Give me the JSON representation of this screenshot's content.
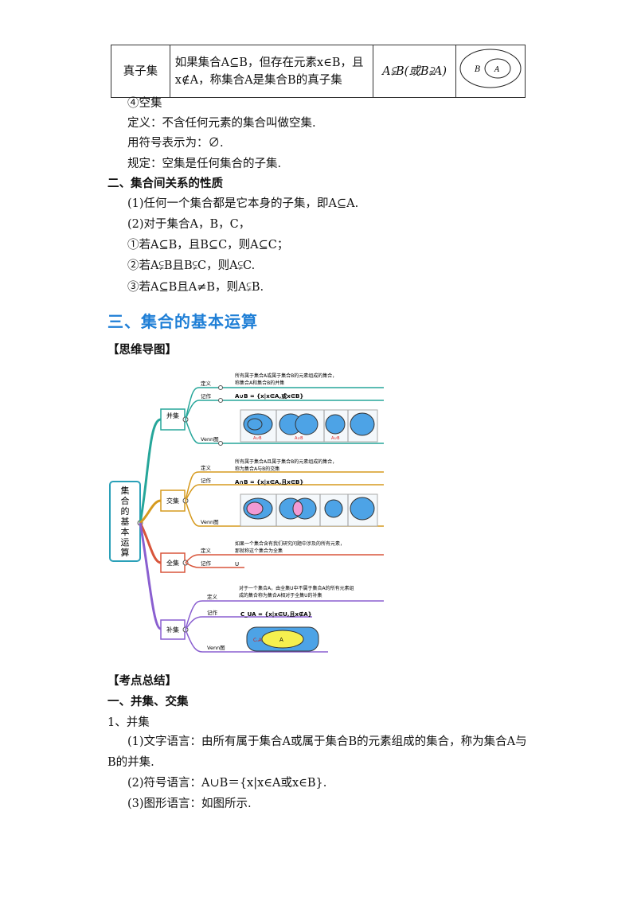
{
  "table": {
    "term": "真子集",
    "def_line1": "如果集合A⊆B，但存在元素x∈B，且",
    "def_line2": "x∉A，称集合A是集合B的真子集",
    "notation": "A⫋B(或B⫌A)",
    "venn_b": "B",
    "venn_a": "A"
  },
  "empty": {
    "heading": "④空集",
    "def": "定义：不含任何元素的集合叫做空集.",
    "symbol": "用符号表示为：∅.",
    "rule": "规定：空集是任何集合的子集."
  },
  "props": {
    "heading": "二、集合间关系的性质",
    "p1": "(1)任何一个集合都是它本身的子集，即A⊆A.",
    "p2": "(2)对于集合A，B，C，",
    "p3": "①若A⊆B，且B⊆C，则A⊆C；",
    "p4": "②若A⫋B且B⫋C，则A⫋C.",
    "p5": "③若A⊆B且A≠B，则A⫋B."
  },
  "section3": {
    "title": "三、集合的基本运算"
  },
  "mindmap": {
    "label": "【思维导图】",
    "root": "集合的基本运算",
    "root_chars": [
      "集",
      "合",
      "的",
      "基",
      "本",
      "运",
      "算"
    ],
    "union": {
      "name": "并集",
      "def_tag": "定义",
      "note_tag": "记作",
      "venn_tag": "Venn图",
      "def1": "所有属于集合A或属于集合B的元素组成的集合，",
      "def2": "称集合A和集合B的并集",
      "formula": "A∪B = {x|x∈A,或x∈B}",
      "cap1": "A∪B",
      "cap2": "A∪B",
      "cap3": "A∪B"
    },
    "inter": {
      "name": "交集",
      "def_tag": "定义",
      "note_tag": "记作",
      "venn_tag": "Venn图",
      "def1": "所有属于集合A且属于集合B的元素组成的集合，",
      "def2": "称为集合A与B的交集",
      "formula": "A∩B = {x|x∈A,且x∈B}"
    },
    "univ": {
      "name": "全集",
      "def_tag": "定义",
      "note_tag": "记作",
      "def1": "如果一个集合含有我们研究问题中涉及的所有元素，",
      "def2": "那就称这个集合为全集",
      "symbol": "U"
    },
    "comp": {
      "name": "补集",
      "def_tag": "定义",
      "note_tag": "记作",
      "venn_tag": "Venn图",
      "def1": "对于一个集合A，由全集U中不属于集合A的所有元素组",
      "def2": "成的集合称为集合A相对于全集U的补集",
      "formula": "C_UA = {x|x∈U,且x∉A}",
      "venn_cu": "CᵤA",
      "venn_a": "A"
    }
  },
  "summary": {
    "label": "【考点总结】",
    "h1": "一、并集、交集",
    "h2": "1、并集",
    "t1a": "(1)文字语言：由所有属于集合A或属于集合B的元素组成的集合，称为集合A与",
    "t1b": "B的并集.",
    "t2": "(2)符号语言：A∪B＝{x|x∈A或x∈B}.",
    "t3": "(3)图形语言：如图所示."
  }
}
